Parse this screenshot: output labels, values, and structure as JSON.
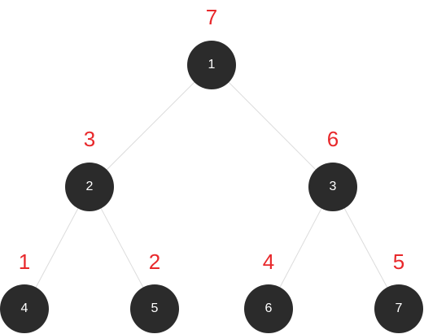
{
  "tree": {
    "nodes": [
      {
        "id": "1",
        "label": "1",
        "annotation": "7"
      },
      {
        "id": "2",
        "label": "2",
        "annotation": "3"
      },
      {
        "id": "3",
        "label": "3",
        "annotation": "6"
      },
      {
        "id": "4",
        "label": "4",
        "annotation": "1"
      },
      {
        "id": "5",
        "label": "5",
        "annotation": "2"
      },
      {
        "id": "6",
        "label": "6",
        "annotation": "4"
      },
      {
        "id": "7",
        "label": "7",
        "annotation": "5"
      }
    ],
    "edges": [
      [
        "1",
        "2"
      ],
      [
        "1",
        "3"
      ],
      [
        "2",
        "4"
      ],
      [
        "2",
        "5"
      ],
      [
        "3",
        "6"
      ],
      [
        "3",
        "7"
      ]
    ]
  },
  "colors": {
    "node_fill": "#2b2b2b",
    "node_text": "#ffffff",
    "annotation": "#e8282b",
    "edge": "#dcdcdc"
  }
}
